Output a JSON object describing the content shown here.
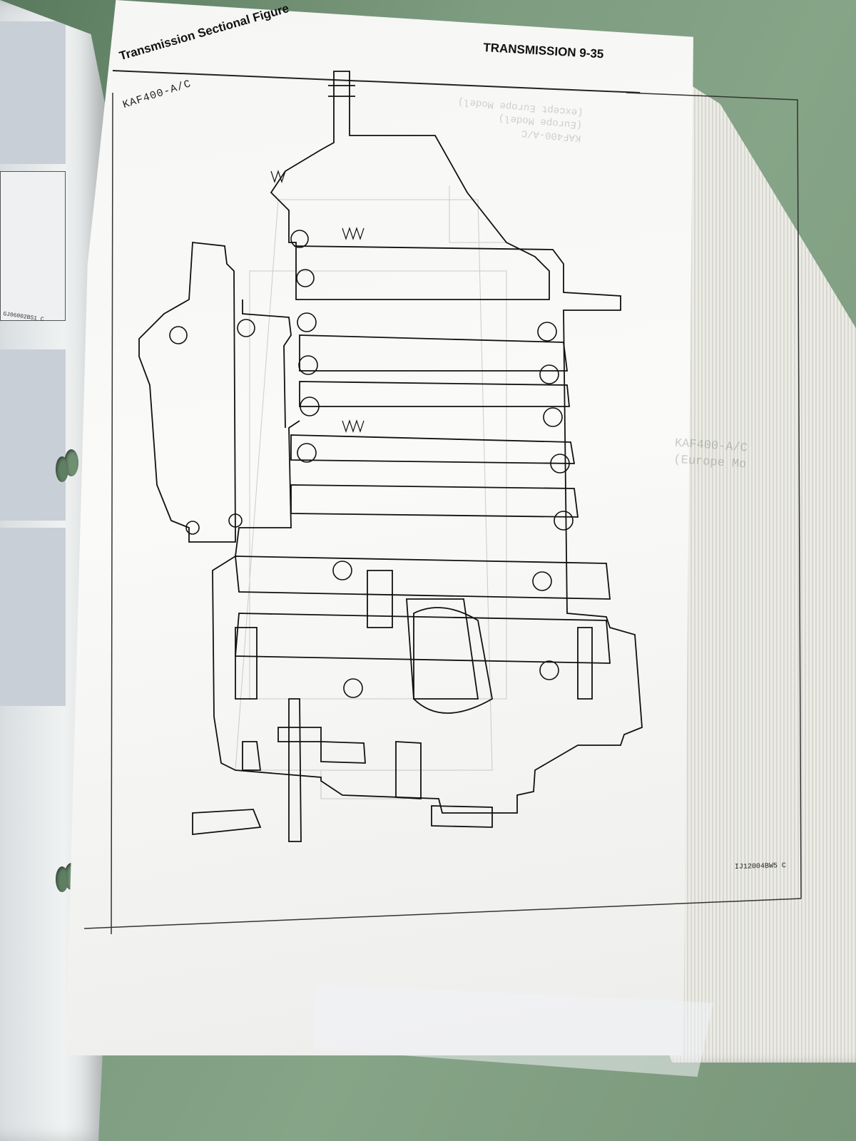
{
  "scene": {
    "left_page": {
      "figure_code": "GJ06002BS1 C"
    },
    "page_header": {
      "section_title": "Transmission Sectional Figure",
      "chapter_title": "TRANSMISSION 9-35"
    },
    "model_label": "KAF400-A/C",
    "figure_code": "IJ12004BW5 C",
    "bleed_through": {
      "upper": "KAF400-A/C\n(Europe Model)\n(except Europe Model)",
      "lower": "KAF400-A/C\n(Europe Mo"
    }
  }
}
